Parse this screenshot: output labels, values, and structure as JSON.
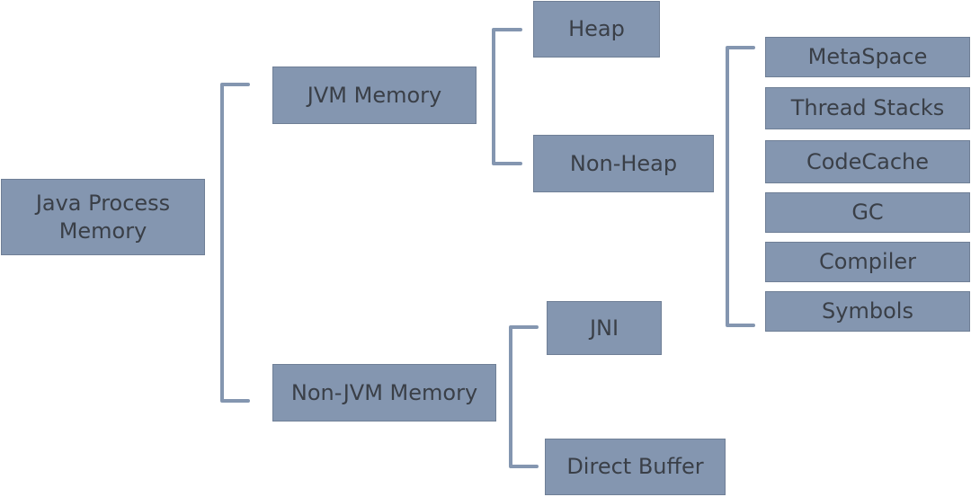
{
  "diagram": {
    "root": "Java Process\nMemory",
    "jvm_memory": "JVM Memory",
    "non_jvm_memory": "Non-JVM Memory",
    "heap": "Heap",
    "non_heap": "Non-Heap",
    "metaspace": "MetaSpace",
    "thread_stacks": "Thread Stacks",
    "codecache": "CodeCache",
    "gc": "GC",
    "compiler": "Compiler",
    "symbols": "Symbols",
    "jni": "JNI",
    "direct_buffer": "Direct Buffer"
  },
  "colors": {
    "box_fill": "#8496B0",
    "box_border": "#6F7F96",
    "text": "#3A3F47",
    "connector": "#8496B0"
  }
}
